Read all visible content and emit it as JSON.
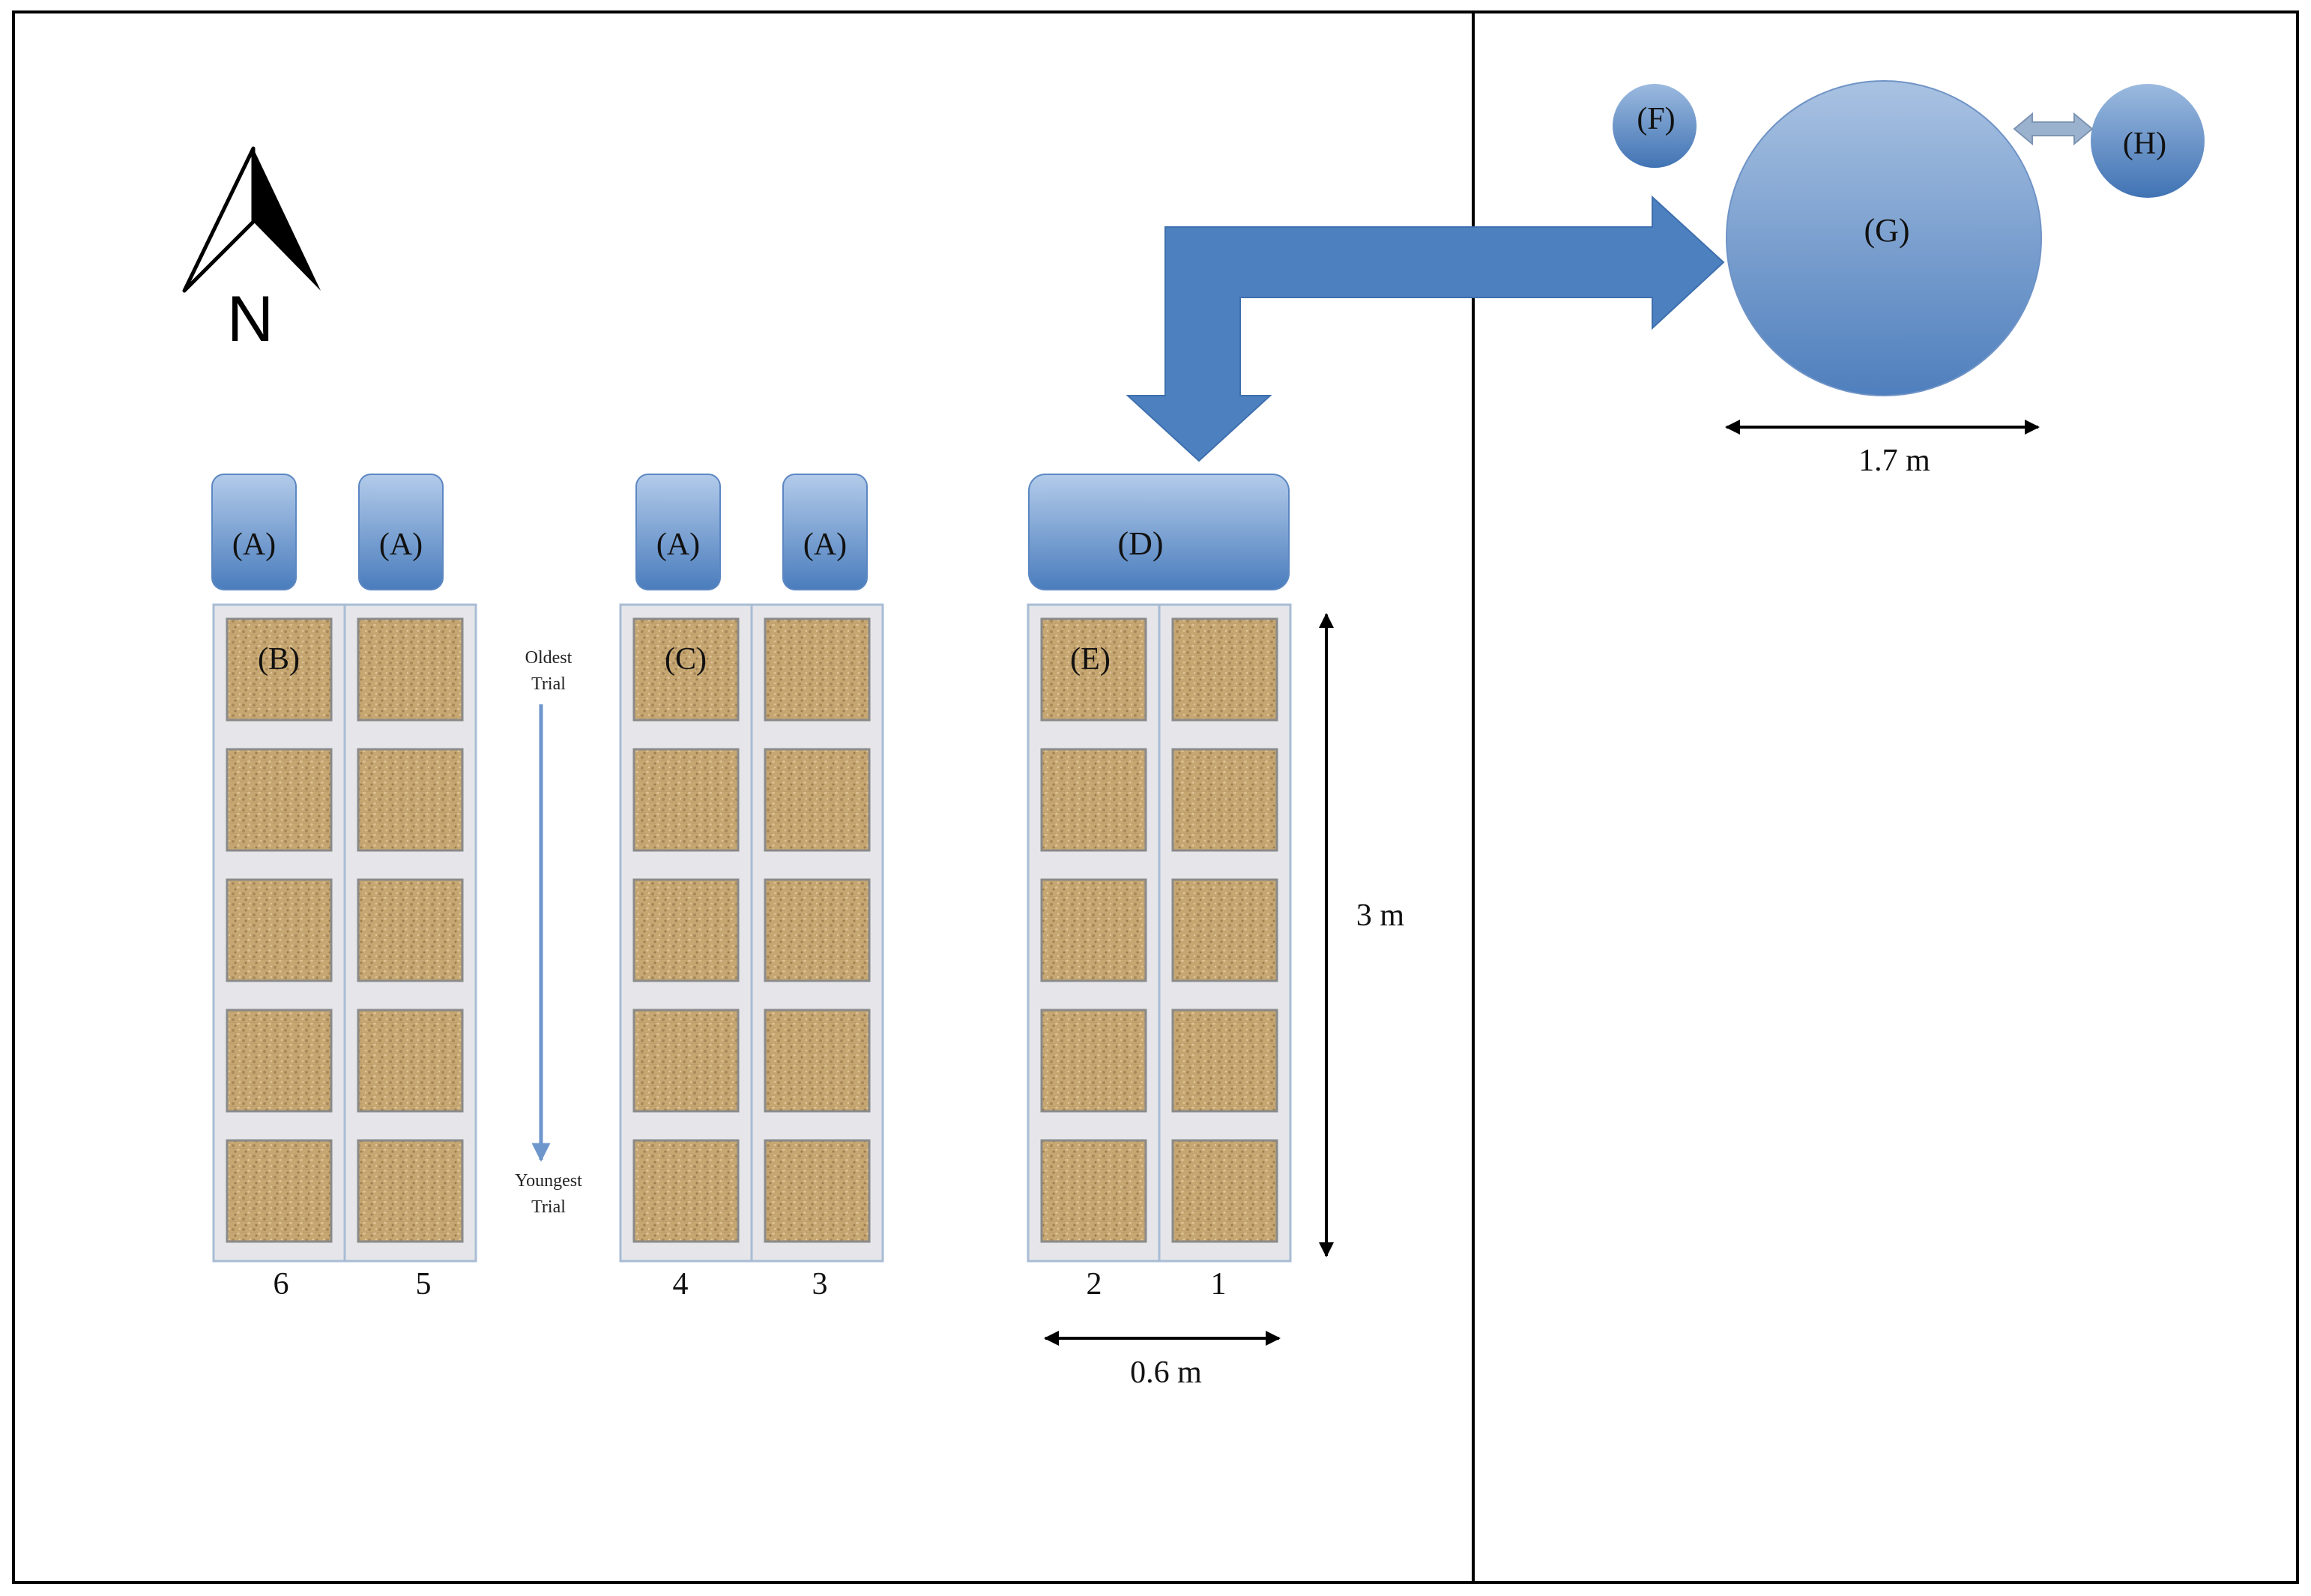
{
  "compass": {
    "letter": "N"
  },
  "labels": {
    "A": "(A)",
    "B": "(B)",
    "C": "(C)",
    "D": "(D)",
    "E": "(E)",
    "F": "(F)",
    "G": "(G)",
    "H": "(H)"
  },
  "column_numbers": [
    "6",
    "5",
    "4",
    "3",
    "2",
    "1"
  ],
  "trial_order": {
    "start_line1": "Oldest",
    "start_line2": "Trial",
    "end_line1": "Youngest",
    "end_line2": "Trial"
  },
  "dimensions": {
    "height": "3 m",
    "width": "0.6 m",
    "diameter": "1.7 m"
  },
  "colors": {
    "blue_top": "#a9c4e6",
    "blue_bottom": "#4a7dbd",
    "arrow": "#4d80bf",
    "panel": "#e6e6ea",
    "panel_border": "#a8bcd4",
    "sand": "#c6a671"
  }
}
